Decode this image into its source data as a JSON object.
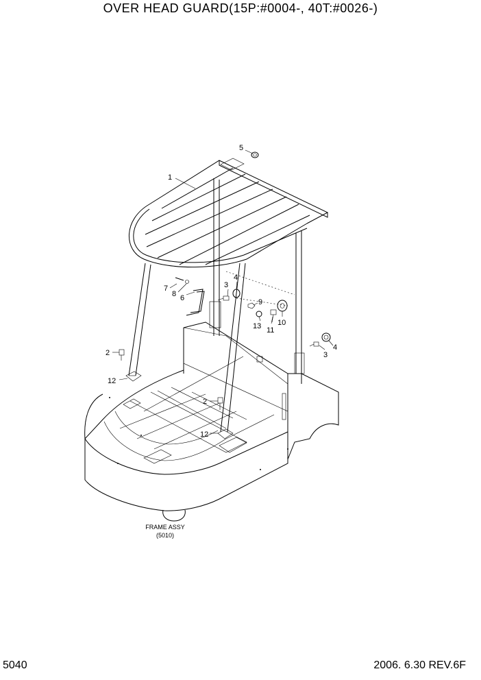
{
  "title": "OVER HEAD GUARD(15P:#0004-, 40T:#0026-)",
  "page_number": "5040",
  "revision": "2006. 6.30 REV.6F",
  "frame_ref": {
    "line1": "FRAME ASSY",
    "line2": "(5010)"
  },
  "callouts": {
    "c1": "1",
    "c2a": "2",
    "c2b": "2",
    "c3a": "3",
    "c3b": "3",
    "c4a": "4",
    "c4b": "4",
    "c5": "5",
    "c6": "6",
    "c7": "7",
    "c8": "8",
    "c9": "9",
    "c10": "10",
    "c11": "11",
    "c12a": "12",
    "c12b": "12",
    "c13": "13"
  }
}
